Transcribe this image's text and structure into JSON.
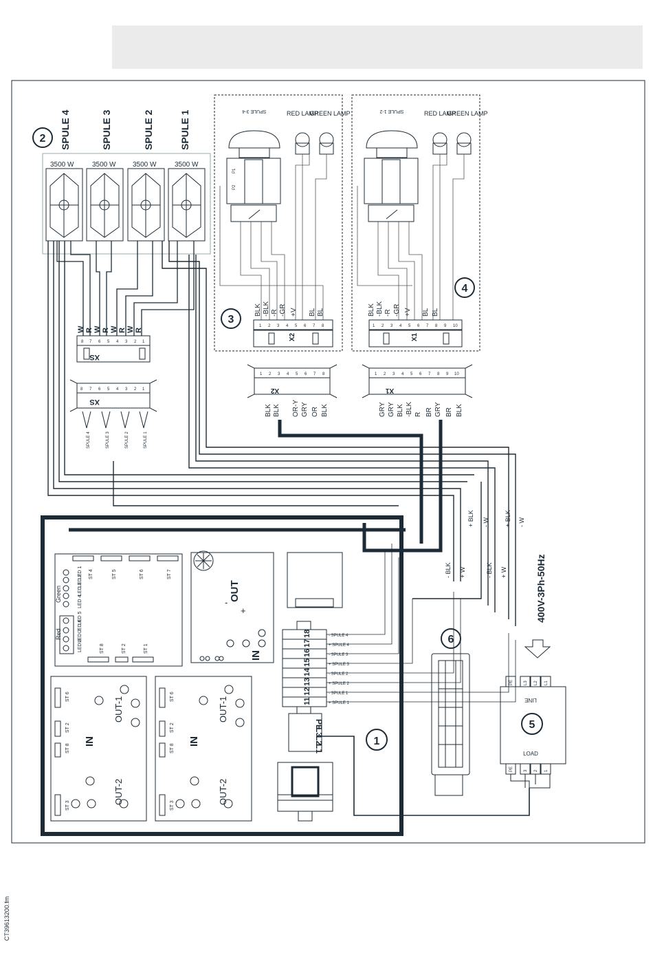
{
  "coils": {
    "numbers": [
      "2"
    ],
    "names": [
      "SPULE 4",
      "SPULE 3",
      "SPULE 2",
      "SPULE 1"
    ],
    "power": [
      "3500 W",
      "3500 W",
      "3500 W",
      "3500 W"
    ]
  },
  "xs_top": {
    "label": "XS",
    "wire_labels": [
      "W",
      "R",
      "W",
      "R",
      "W",
      "R",
      "W",
      "R"
    ],
    "pins": [
      "8",
      "7",
      "6",
      "5",
      "4",
      "3",
      "2",
      "1"
    ]
  },
  "xs_bottom": {
    "label": "XS",
    "pins": [
      "8",
      "7",
      "6",
      "5",
      "4",
      "3",
      "2",
      "1"
    ],
    "spule_labels": [
      "SPULE 4",
      "SPULE 3",
      "SPULE 2",
      "SPULE 1"
    ]
  },
  "group3": {
    "number": "3",
    "spule": "SPULE 3-4",
    "red_lamp": "RED LAMP",
    "green_lamp": "GREEN LAMP",
    "p_labels": [
      "P1",
      "P2"
    ],
    "connector": "X2",
    "wire_labels": [
      "BLK",
      "-BLK",
      "-R",
      "-GR",
      "+V",
      "BL",
      "BL"
    ],
    "pins": [
      "1",
      "2",
      "3",
      "4",
      "5",
      "6",
      "7",
      "8"
    ]
  },
  "group4": {
    "number": "4",
    "spule": "SPULE 1-2",
    "red_lamp": "RED LAMP",
    "green_lamp": "GREEN LAMP",
    "connector": "X1",
    "wire_labels": [
      "BLK",
      "-BLK",
      "-R",
      "-GR",
      "+V",
      "BL",
      "BL"
    ],
    "pins": [
      "1",
      "2",
      "3",
      "4",
      "5",
      "6",
      "7",
      "8",
      "9",
      "10"
    ]
  },
  "x2_plug": {
    "label": "X2",
    "pins": [
      "1",
      "2",
      "3",
      "4",
      "5",
      "6",
      "7",
      "8"
    ],
    "wire_labels": [
      "BLK",
      "BLK",
      "OR-Y",
      "GRY",
      "OR",
      "BLK"
    ]
  },
  "x1_plug": {
    "label": "X1",
    "pins": [
      "1",
      "2",
      "3",
      "4",
      "5",
      "6",
      "7",
      "8",
      "9",
      "10"
    ],
    "wire_labels": [
      "GRY",
      "GRY",
      "BLK",
      "-BLK",
      "R",
      "BR",
      "GRY",
      "BR",
      "BLK"
    ]
  },
  "supply_wires": [
    "+ BLK",
    "- W",
    "+ BLK",
    "- W",
    "- BLK",
    "+ W",
    "- BLK",
    "+ W"
  ],
  "supply": "400V-3Ph-50Hz",
  "main_board": {
    "number": "1",
    "led_labels": [
      "LED 1",
      "LED 2",
      "LED 3",
      "LED 4"
    ],
    "green_label": "Green",
    "red_label": "Red",
    "led_right": [
      "LED 5",
      "LED 6",
      "LED 7",
      "LED 8"
    ],
    "st_top": [
      "ST 4",
      "ST 5",
      "ST 6",
      "ST 7"
    ],
    "st_bottom": [
      "ST 8",
      "ST 2",
      "ST 1"
    ],
    "out": "OUT",
    "in": "IN",
    "terminals": [
      "11",
      "12",
      "13",
      "14",
      "15",
      "16",
      "17",
      "18"
    ],
    "terminal_labels": [
      "- SPULE 4",
      "+ SPULE 4",
      "- SPULE 3",
      "+ SPULE 3",
      "- SPULE 2",
      "+ SPULE 2",
      "- SPULE 1",
      "+ SPULE 1"
    ],
    "pe": [
      "PE",
      "L3",
      "L2",
      "L1"
    ]
  },
  "amp_boards": {
    "in": "IN",
    "out1": "OUT-1",
    "out2": "OUT-2",
    "st": [
      "ST 6",
      "ST 2",
      "ST 8",
      "ST 3"
    ]
  },
  "component6": {
    "number": "6"
  },
  "component5": {
    "number": "5",
    "line": "LINE",
    "load": "LOAD",
    "top_pins": [
      "PE",
      "L3",
      "L2",
      "L1"
    ],
    "bottom_pins": [
      "PE",
      "3",
      "2",
      "1"
    ]
  },
  "footer": {
    "code": "CT39613200.fm"
  },
  "colors": {
    "ink": "#1d2b36",
    "header": "#ebebeb"
  }
}
